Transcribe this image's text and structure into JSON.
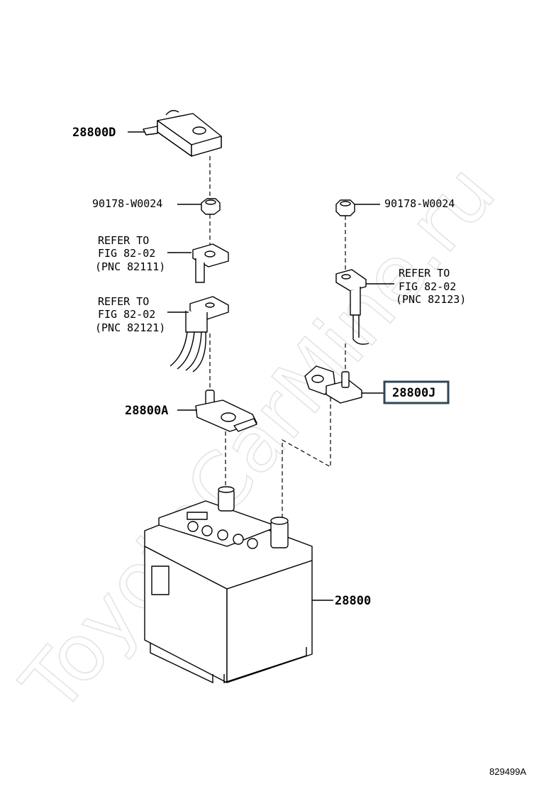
{
  "watermark": "ToyotaCarMine.ru",
  "labels": {
    "junction_cover": "28800D",
    "nut_left": "90178-W0024",
    "nut_right": "90178-W0024",
    "refer1_line1": "REFER TO",
    "refer1_line2": "FIG 82-02",
    "refer1_line3": "(PNC 82111)",
    "refer2_line1": "REFER TO",
    "refer2_line2": "FIG 82-02",
    "refer2_line3": "(PNC 82121)",
    "refer3_line1": "REFER TO",
    "refer3_line2": "FIG 82-02",
    "refer3_line3": "(PNC 82123)",
    "positive_terminal": "28800A",
    "negative_terminal": "28800J",
    "battery": "28800"
  },
  "illustration_id": "829499A",
  "colors": {
    "highlight_box": "#2f4656",
    "line": "#000000",
    "watermark": "#e4e4e4"
  }
}
